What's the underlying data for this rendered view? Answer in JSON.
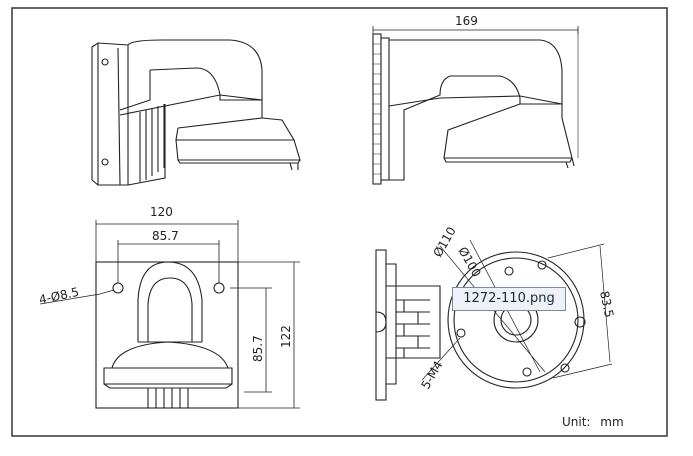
{
  "dimensions": {
    "side_width": "169",
    "bottom_width": "120",
    "hole_spacing_h": "85.7",
    "hole_spacing_v": "85.7",
    "total_height": "122",
    "holes": "4-Ø8.5",
    "dia_110": "Ø110",
    "dia_100": "Ø100",
    "dim_83_5": "83.5",
    "thread": "5-M4"
  },
  "tooltip": "1272-110.png",
  "unit_label": "Unit: mm"
}
